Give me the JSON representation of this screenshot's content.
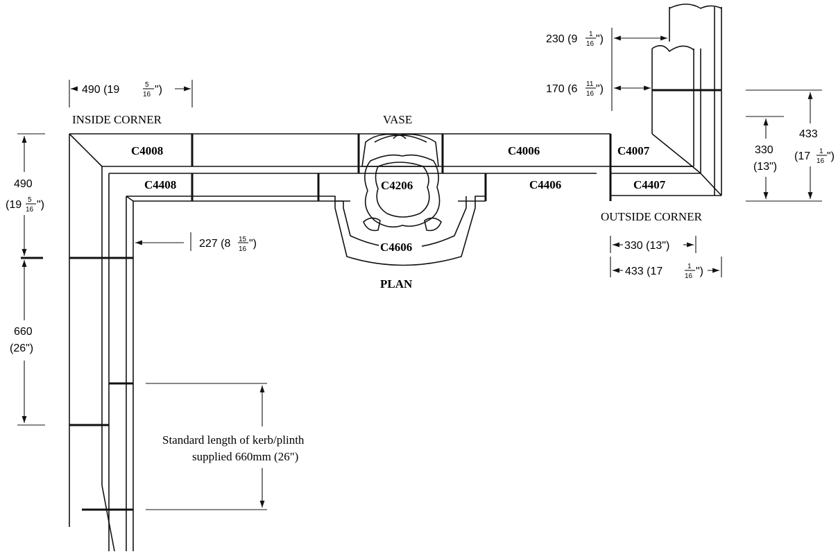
{
  "labels": {
    "inside_corner": "INSIDE CORNER",
    "outside_corner": "OUTSIDE CORNER",
    "vase": "VASE",
    "plan": "PLAN",
    "note_line1": "Standard length of kerb/plinth",
    "note_line2": "supplied 660mm (26\")"
  },
  "codes": {
    "c4008": "C4008",
    "c4006": "C4006",
    "c4007": "C4007",
    "c4408": "C4408",
    "c4406": "C4406",
    "c4407": "C4407",
    "c4206": "C4206",
    "c4606": "C4606"
  },
  "dimensions": {
    "top_left_width": {
      "main": "490 (19",
      "num": "5",
      "den": "16",
      "tail": "\")"
    },
    "left_490": {
      "top": "490",
      "pre": "(19",
      "num": "5",
      "den": "16",
      "tail": "\")"
    },
    "left_660": {
      "top": "660",
      "bottom": "(26\")"
    },
    "inner_227": {
      "main": "227 (8",
      "num": "15",
      "den": "16",
      "tail": "\")"
    },
    "top_230": {
      "main": "230 (9",
      "num": "1",
      "den": "16",
      "tail": "\")"
    },
    "top_170": {
      "main": "170 (6",
      "num": "11",
      "den": "16",
      "tail": "\")"
    },
    "right_330": {
      "top": "330",
      "bottom": "(13\")"
    },
    "right_433": {
      "top": "433",
      "pre": "(17",
      "num": "1",
      "den": "16",
      "tail": "\")"
    },
    "bottom_330": {
      "main": "330 (13\")"
    },
    "bottom_433": {
      "main": "433 (17",
      "num": "1",
      "den": "16",
      "tail": "\")"
    }
  }
}
